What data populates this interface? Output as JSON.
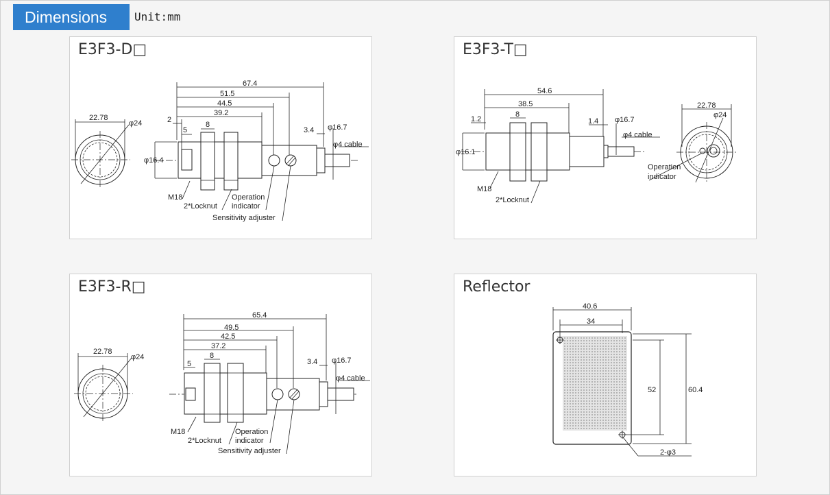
{
  "header": {
    "title": "Dimensions",
    "unit": "Unit:mm"
  },
  "panels": {
    "d": {
      "title": "E3F3-D□",
      "dims": {
        "overall": "67.4",
        "d51": "51.5",
        "d44": "44.5",
        "d39": "39.2",
        "d2": "2",
        "d5": "5",
        "d8": "8",
        "d34": "3.4",
        "phi167": "φ16.7",
        "phi4": "φ4 cable",
        "phi164": "φ16.4",
        "w2278": "22.78",
        "phi24": "φ24"
      },
      "labels": {
        "m18": "M18",
        "locknut": "2*Locknut",
        "op1": "Operation",
        "op2": "indicator",
        "sens": "Sensitivity adjuster"
      }
    },
    "t": {
      "title": "E3F3-T□",
      "dims": {
        "overall": "54.6",
        "d38": "38.5",
        "d12": "1.2",
        "d8": "8",
        "d14": "1.4",
        "phi167": "φ16.7",
        "phi4": "φ4 cable",
        "phi161": "φ16.1",
        "w2278": "22.78",
        "phi24": "φ24"
      },
      "labels": {
        "m18": "M18",
        "locknut": "2*Locknut",
        "op1": "Operation",
        "op2": "indicator"
      }
    },
    "r": {
      "title": "E3F3-R□",
      "dims": {
        "overall": "65.4",
        "d49": "49.5",
        "d42": "42.5",
        "d37": "37.2",
        "d5": "5",
        "d8": "8",
        "d34": "3.4",
        "phi167": "φ16.7",
        "phi4": "φ4 cable",
        "w2278": "22.78",
        "phi24": "φ24"
      },
      "labels": {
        "m18": "M18",
        "locknut": "2*Locknut",
        "op1": "Operation",
        "op2": "indicator",
        "sens": "Sensitivity adjuster"
      }
    },
    "ref": {
      "title": "Reflector",
      "dims": {
        "w406": "40.6",
        "w34": "34",
        "h52": "52",
        "h604": "60.4",
        "holes": "2-φ3"
      }
    }
  }
}
